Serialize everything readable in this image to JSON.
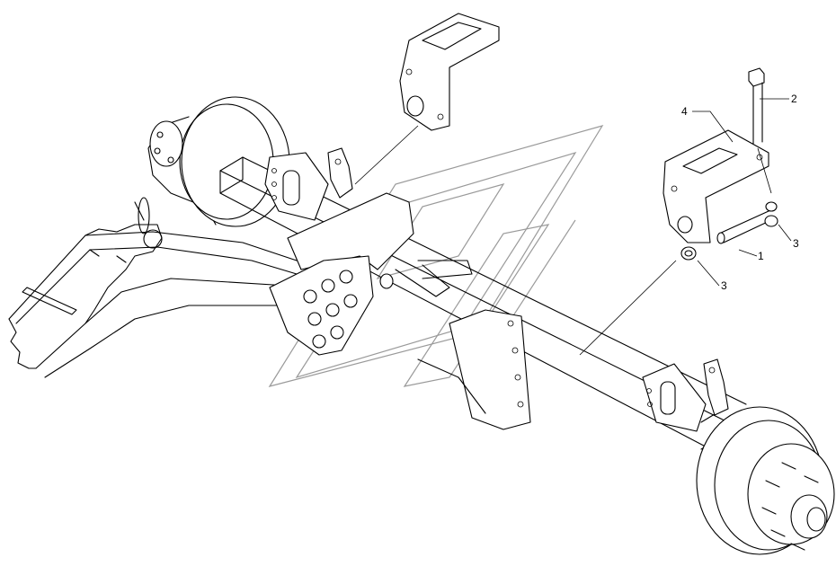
{
  "callouts": {
    "c1": "1",
    "c2": "2",
    "c3a": "3",
    "c3b": "3",
    "c4": "4"
  }
}
